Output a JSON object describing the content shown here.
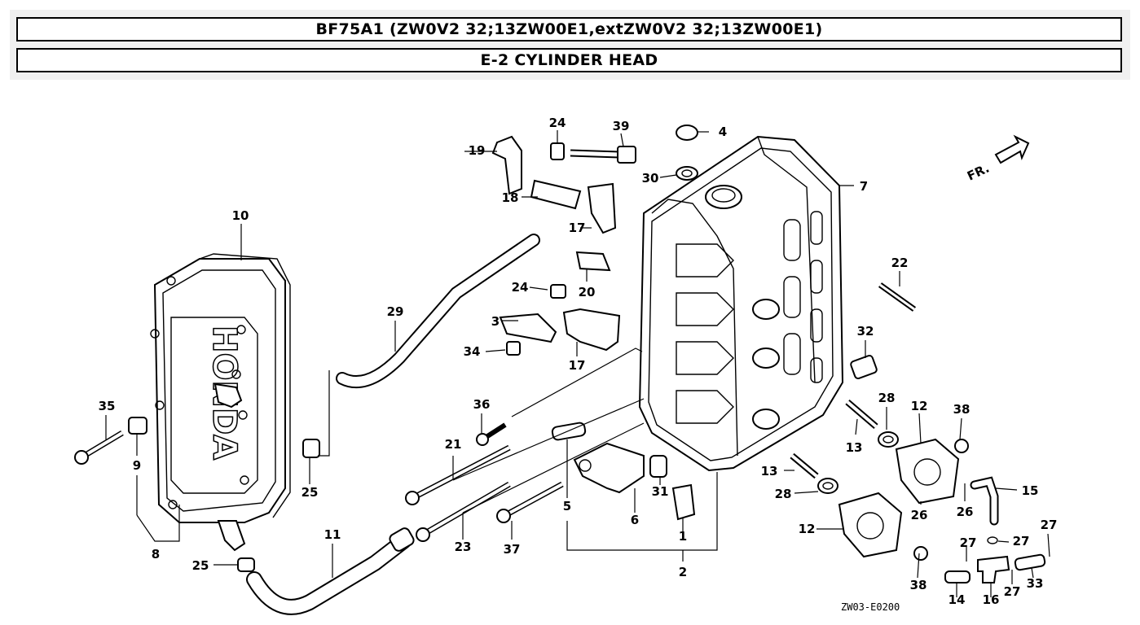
{
  "header": {
    "model_line": "BF75A1 (ZW0V2 32;13ZW00E1,extZW0V2 32;13ZW00E1)",
    "section_line": "E-2 CYLINDER HEAD"
  },
  "diagram": {
    "direction_label": "FR.",
    "figure_ref": "ZW03-E0200",
    "callouts": [
      "1",
      "2",
      "3",
      "4",
      "5",
      "6",
      "7",
      "8",
      "9",
      "10",
      "11",
      "12",
      "12",
      "13",
      "13",
      "14",
      "15",
      "16",
      "17",
      "17",
      "18",
      "19",
      "20",
      "21",
      "22",
      "23",
      "24",
      "24",
      "25",
      "25",
      "26",
      "26",
      "27",
      "27",
      "27",
      "27",
      "28",
      "28",
      "29",
      "30",
      "31",
      "32",
      "33",
      "34",
      "35",
      "36",
      "37",
      "38",
      "38",
      "39"
    ]
  }
}
